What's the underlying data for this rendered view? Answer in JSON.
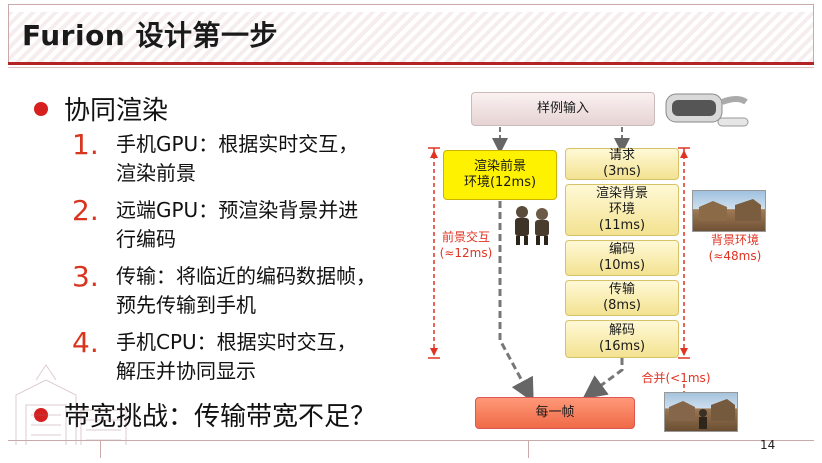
{
  "header": {
    "title": "Furion 设计第一步"
  },
  "bullets": [
    {
      "label": "协同渲染"
    },
    {
      "label": "带宽挑战：传输带宽不足？"
    }
  ],
  "items": [
    {
      "num": "1.",
      "text": "手机GPU：根据实时交互，\n渲染前景"
    },
    {
      "num": "2.",
      "text": "远端GPU：预渲染背景并进\n行编码"
    },
    {
      "num": "3.",
      "text": "传输：将临近的编码数据帧，\n预先传输到手机"
    },
    {
      "num": "4.",
      "text": "手机CPU：根据实时交互，\n解压并协同显示"
    }
  ],
  "diagram": {
    "input": "样例输入",
    "front": "渲染前景\n环境(12ms)",
    "chain": [
      "请求\n(3ms)",
      "渲染背景\n环境\n(11ms)",
      "编码\n(10ms)",
      "传输\n(8ms)",
      "解码\n(16ms)"
    ],
    "front_label": "前景交互\n(≈12ms)",
    "back_label": "背景环境\n(≈48ms)",
    "merge_label": "合并(<1ms)",
    "frame": "每一帧",
    "colors": {
      "accent": "#e03322",
      "front_box": "#fff200",
      "frame_box": "#ef6a47"
    }
  },
  "footer": {
    "page": "14"
  }
}
